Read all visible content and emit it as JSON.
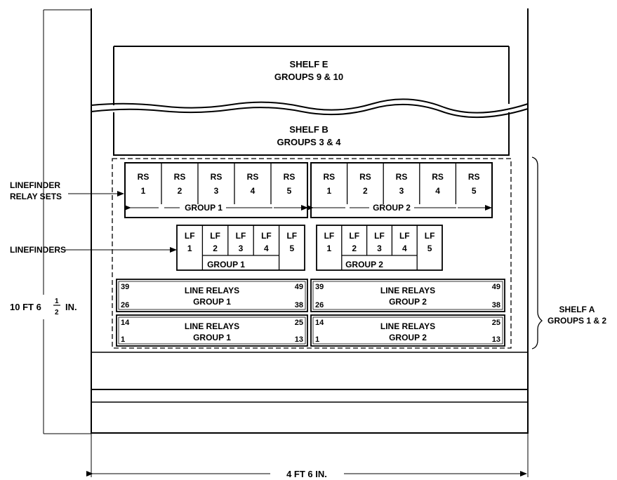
{
  "shelf_e": {
    "line1": "SHELF E",
    "line2": "GROUPS 9 & 10"
  },
  "shelf_b": {
    "line1": "SHELF B",
    "line2": "GROUPS 3 & 4"
  },
  "shelf_a": {
    "line1": "SHELF A",
    "line2": "GROUPS 1 & 2"
  },
  "left_labels": {
    "relay_sets_line1": "LINEFINDER",
    "relay_sets_line2": "RELAY SETS",
    "linefinders": "LINEFINDERS"
  },
  "dimensions": {
    "height": "10 FT 6",
    "height_frac_num": "1",
    "height_frac_den": "2",
    "height_unit": "IN.",
    "width": "4 FT 6 IN."
  },
  "relay_sets": {
    "cells": [
      {
        "line1": "RS",
        "line2": "1"
      },
      {
        "line1": "RS",
        "line2": "2"
      },
      {
        "line1": "RS",
        "line2": "3"
      },
      {
        "line1": "RS",
        "line2": "4"
      },
      {
        "line1": "RS",
        "line2": "5"
      },
      {
        "line1": "RS",
        "line2": "1"
      },
      {
        "line1": "RS",
        "line2": "2"
      },
      {
        "line1": "RS",
        "line2": "3"
      },
      {
        "line1": "RS",
        "line2": "4"
      },
      {
        "line1": "RS",
        "line2": "5"
      }
    ],
    "group1_label": "GROUP 1",
    "group2_label": "GROUP 2"
  },
  "linefinders": {
    "group1": [
      {
        "line1": "LF",
        "line2": "1"
      },
      {
        "line1": "LF",
        "line2": "2"
      },
      {
        "line1": "LF",
        "line2": "3"
      },
      {
        "line1": "LF",
        "line2": "4"
      },
      {
        "line1": "LF",
        "line2": "5"
      }
    ],
    "group2": [
      {
        "line1": "LF",
        "line2": "1"
      },
      {
        "line1": "LF",
        "line2": "2"
      },
      {
        "line1": "LF",
        "line2": "3"
      },
      {
        "line1": "LF",
        "line2": "4"
      },
      {
        "line1": "LF",
        "line2": "5"
      }
    ],
    "group1_label": "GROUP 1",
    "group2_label": "GROUP 2"
  },
  "line_relays": {
    "upper_group1": {
      "title": "LINE RELAYS",
      "group": "GROUP 1",
      "tl": "39",
      "tr": "49",
      "bl": "26",
      "br": "38"
    },
    "upper_group2": {
      "title": "LINE RELAYS",
      "group": "GROUP 2",
      "tl": "39",
      "tr": "49",
      "bl": "26",
      "br": "38"
    },
    "lower_group1": {
      "title": "LINE RELAYS",
      "group": "GROUP 1",
      "tl": "14",
      "tr": "25",
      "bl": "1",
      "br": "13"
    },
    "lower_group2": {
      "title": "LINE RELAYS",
      "group": "GROUP 2",
      "tl": "14",
      "tr": "25",
      "bl": "1",
      "br": "13"
    }
  }
}
